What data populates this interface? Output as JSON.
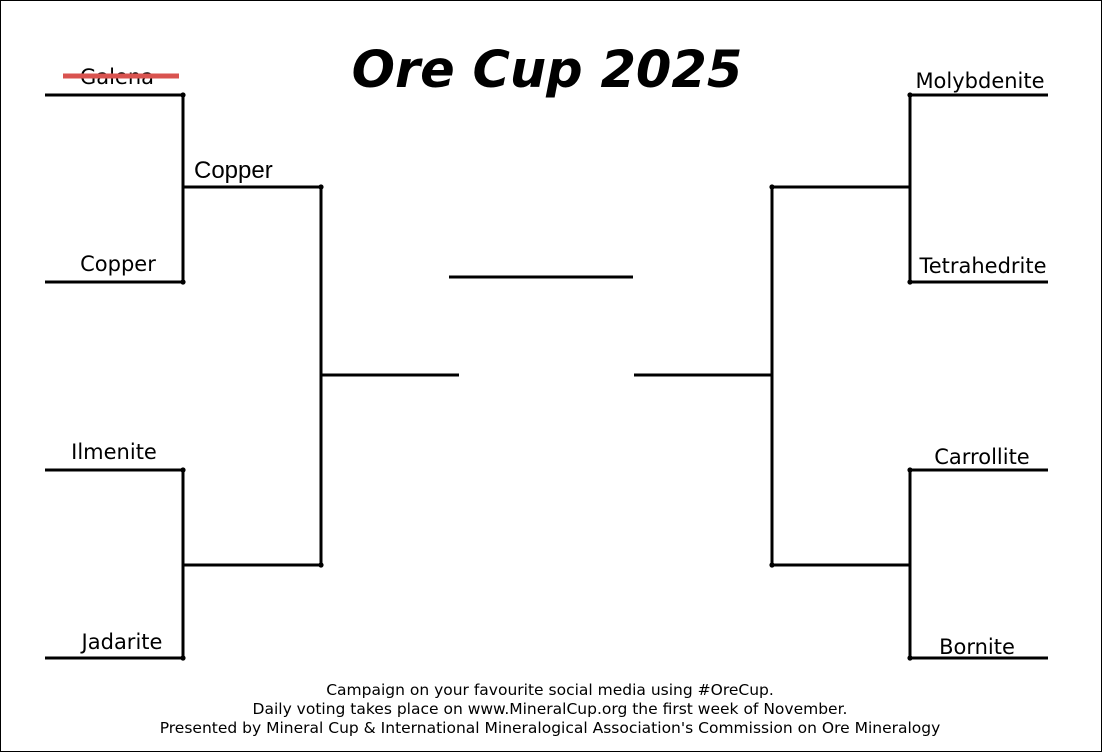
{
  "title": "Ore Cup 2025",
  "colors": {
    "line": "#000000",
    "eliminated_strike": "#d9534f",
    "border": "#000000",
    "background": "#ffffff"
  },
  "left": {
    "round1": [
      {
        "name": "Galena",
        "eliminated": true
      },
      {
        "name": "Copper",
        "eliminated": false
      },
      {
        "name": "Ilmenite",
        "eliminated": false
      },
      {
        "name": "Jadarite",
        "eliminated": false
      }
    ],
    "round2": [
      {
        "name": "Copper"
      },
      {
        "name": ""
      }
    ],
    "semifinal": ""
  },
  "right": {
    "round1": [
      {
        "name": "Molybdenite",
        "eliminated": false
      },
      {
        "name": "Tetrahedrite",
        "eliminated": false
      },
      {
        "name": "Carrollite",
        "eliminated": false
      },
      {
        "name": "Bornite",
        "eliminated": false
      }
    ],
    "round2": [
      {
        "name": ""
      },
      {
        "name": ""
      }
    ],
    "semifinal": ""
  },
  "champion": "",
  "footer": [
    "Campaign on your favourite social media using #OreCup.",
    "Daily voting takes place on www.MineralCup.org the first week of November.",
    "Presented by Mineral Cup & International Mineralogical Association's Commission on Ore Mineralogy"
  ]
}
